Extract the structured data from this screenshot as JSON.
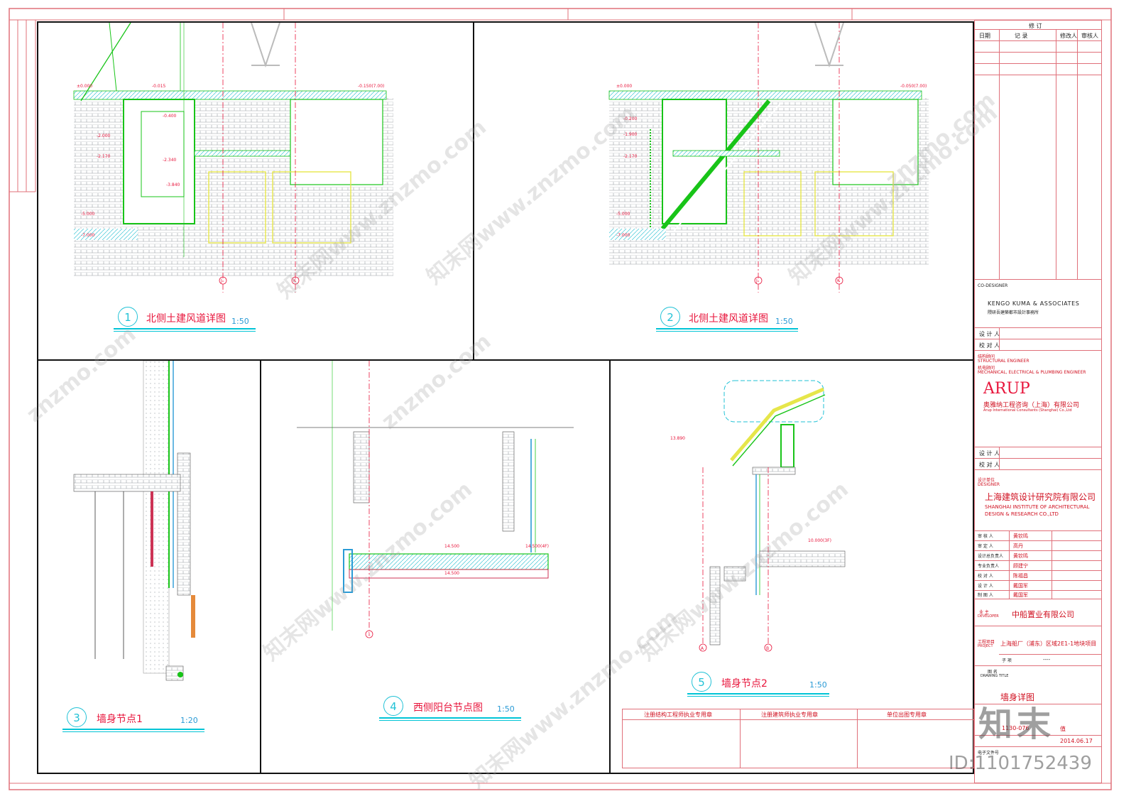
{
  "drawing": {
    "details": [
      {
        "num": "1",
        "title": "北侧土建风道详图",
        "scale": "1:50"
      },
      {
        "num": "2",
        "title": "北侧土建风道详图",
        "scale": "1:50"
      },
      {
        "num": "3",
        "title": "墙身节点1",
        "scale": "1:20"
      },
      {
        "num": "4",
        "title": "西侧阳台节点图",
        "scale": "1:50"
      },
      {
        "num": "5",
        "title": "墙身节点2",
        "scale": "1:50"
      }
    ],
    "levels_d1": [
      "±0.000",
      "-0.015",
      "-0.150(7.00)",
      "-0.400",
      "-2.000",
      "-2.170",
      "-2.340",
      "-3.840",
      "-5.000",
      "-7.000"
    ],
    "levels_d2": [
      "±0.000",
      "-0.050(7.00)",
      "-0.200",
      "-1.900",
      "-2.170",
      "-5.000",
      "-7.000"
    ],
    "levels_d4": [
      "14.500",
      "14.500(4F)",
      "14.500"
    ],
    "levels_d5": [
      "13.890",
      "10.000(3F)"
    ],
    "axis_d1": [
      "J",
      "K"
    ],
    "axis_d2": [
      "J",
      "K"
    ],
    "axis_d4": [
      "1"
    ],
    "axis_d5": [
      "A",
      "B"
    ],
    "bottom_stamps": [
      "注册结构工程师执业专用章",
      "注册建筑师执业专用章",
      "单位出图专用章"
    ],
    "colors": {
      "frame": "#e0707a",
      "annotation": "#e8163c",
      "section": "#18c418",
      "title_line": "#00c4d6"
    }
  },
  "title_block": {
    "revision_header": "修 订",
    "revision_cols": [
      "日期",
      "记 录",
      "修改人",
      "审核人"
    ],
    "codesigner_label": "CO-DESIGNER",
    "codesigner": "KENGO KUMA & ASSOCIATES",
    "codesigner_cn": "隈研吾建築都市設計事務所",
    "design_rows": [
      "设 计 人",
      "校 对 人"
    ],
    "struct_label": "结构顾问",
    "struct_en": "STRUCTURAL ENGINEER",
    "mep_label": "机电顾问",
    "mep_en": "MECHANICAL, ELECTRICAL & PLUMBING ENGINEER",
    "arup_logo": "ARUP",
    "arup_cn": "奥雅纳工程咨询（上海）有限公司",
    "arup_en": "Arup International Consultants (Shanghai) Co.,Ltd",
    "design_rows2": [
      "设 计 人",
      "校 对 人"
    ],
    "designer_label": "设计单位",
    "designer_en": "DESIGNER",
    "designer_cn": "上海建筑设计研究院有限公司",
    "designer_en_name": "SHANGHAI INSTITUTE OF ARCHITECTURAL DESIGN & RESEARCH CO.,LTD",
    "sign_rows": [
      {
        "role": "审 核 人",
        "name": "黄钦鸣"
      },
      {
        "role": "审 定 人",
        "name": "高丹"
      },
      {
        "role": "设计总负责人",
        "name": "黄钦鸣"
      },
      {
        "role": "专业负责人",
        "name": "顾建宁"
      },
      {
        "role": "校 对 人",
        "name": "陈福昌"
      },
      {
        "role": "设 计 人",
        "name": "戴国军"
      },
      {
        "role": "制 图 人",
        "name": "戴国军"
      }
    ],
    "developer_label": "业 主",
    "developer_en": "DEVELOPER",
    "developer": "中船置业有限公司",
    "project_label": "工程项目",
    "project_en": "PROJECT",
    "project": "上海船厂（浦东）区域2E1-1地块项目",
    "sub_label": "子 项",
    "sub_value": "----",
    "drawing_title_label": "图 名",
    "drawing_title_en": "DRAWING TITLE",
    "drawing_title": "墙身详图",
    "drawing_no": "1130-076",
    "date": "2014.06.17",
    "version_label": "值",
    "ecode_label": "电子文件号"
  },
  "watermark": {
    "site": "znzmo.com",
    "site_cn": "知末网www.znzmo.com",
    "brand": "知末",
    "id": "ID:1101752439"
  }
}
